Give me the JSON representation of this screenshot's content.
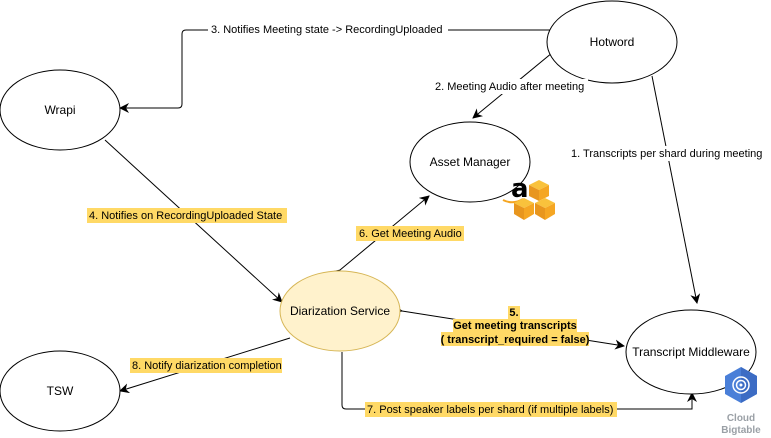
{
  "nodes": {
    "hotword": "Hotword",
    "wrapi": "Wrapi",
    "asset_manager": "Asset Manager",
    "diarization": "Diarization Service",
    "tsw": "TSW",
    "transcript_middleware": "Transcript Middleware"
  },
  "edges": {
    "e1": "1. Transcripts per shard during meeting",
    "e2": "2. Meeting Audio after meeting",
    "e3": "3. Notifies Meeting state ->  RecordingUploaded",
    "e4": "4. Notifies on RecordingUploaded State",
    "e5_num": "5.",
    "e5_line1": "Get meeting transcripts",
    "e5_line2": "( transcript_required = false)",
    "e6": "6. Get Meeting Audio",
    "e7": "7. Post speaker labels per shard (if multiple labels)",
    "e8": "8. Notify diarization completion"
  },
  "logos": {
    "aws_letter": "a",
    "cloud_line1": "Cloud",
    "cloud_line2": "Bigtable"
  },
  "colors": {
    "highlight": "#ffd966",
    "diarization_fill": "#fff2cc",
    "diarization_stroke": "#d6b656",
    "aws_orange": "#f5a623",
    "bigtable_blue": "#4a7fd8"
  }
}
